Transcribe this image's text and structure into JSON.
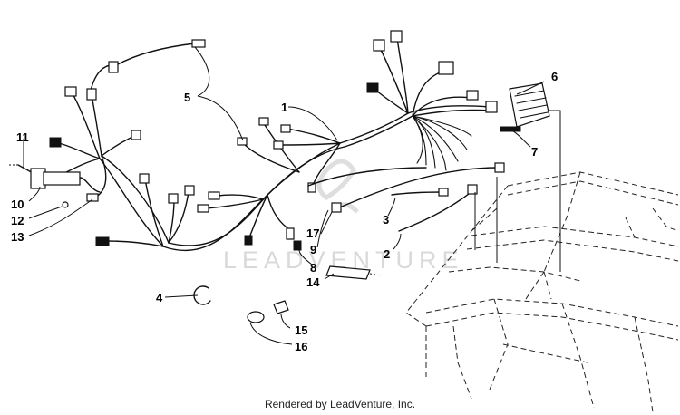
{
  "watermark": {
    "text": "LEADVENTURE"
  },
  "callouts": {
    "c1": "1",
    "c2": "2",
    "c3": "3",
    "c4": "4",
    "c5": "5",
    "c6": "6",
    "c7": "7",
    "c8": "8",
    "c9": "9",
    "c10": "10",
    "c11": "11",
    "c12": "12",
    "c13": "13",
    "c14": "14",
    "c15": "15",
    "c16": "16",
    "c17": "17"
  },
  "footer": {
    "credit": "Rendered by LeadVenture, Inc."
  }
}
